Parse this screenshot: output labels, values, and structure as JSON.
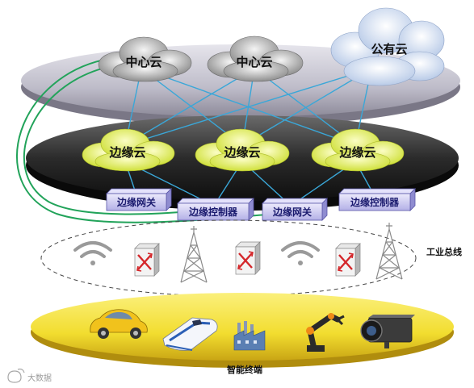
{
  "layers": {
    "center_clouds": [
      "中心云",
      "中心云"
    ],
    "public_cloud": "公有云",
    "edge_clouds": [
      "边缘云",
      "边缘云",
      "边缘云"
    ],
    "gateways": [
      "边缘网关",
      "边缘控制器",
      "边缘网关",
      "边缘控制器"
    ],
    "bus_label": "工业总线",
    "terminal_label": "智能终端"
  },
  "devices": [
    "car-icon",
    "train-icon",
    "factory-icon",
    "robot-arm-icon",
    "camera-icon"
  ],
  "network_icons": [
    "wifi-icon",
    "switch-icon",
    "tower-icon",
    "switch-icon",
    "wifi-icon",
    "switch-icon",
    "tower-icon"
  ],
  "watermark": "大数据",
  "colors": {
    "top_disk": "#c9c7d2",
    "middle_disk": "#2b2b2b",
    "bottom_disk": "#f2dd2f",
    "edge_cloud": "#e6f04d",
    "link_line": "#3aa7d8",
    "green_link": "#22a35a",
    "gateway_box": "#cfcdf3"
  }
}
